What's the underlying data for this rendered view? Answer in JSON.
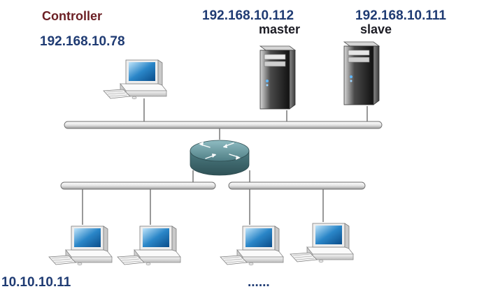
{
  "labels": {
    "controller_title": "Controller",
    "controller_ip": "192.168.10.78",
    "master_ip": "192.168.10.112",
    "master_role": "master",
    "slave_ip": "192.168.10.111",
    "slave_role": "slave",
    "client_ip": "10.10.10.11",
    "more_clients": "......"
  },
  "nodes": {
    "controller": "desktop-computer-icon",
    "master": "tower-server-icon",
    "slave": "tower-server-icon",
    "router": "router-icon",
    "clients": "desktop-computer-icon"
  },
  "colors": {
    "label_blue": "#1f3b73",
    "label_red": "#6b1f24",
    "label_dark": "#1c1c24",
    "router": "#5f8f95",
    "screen": "#2a86c8",
    "server_body": "#2b2b2b"
  }
}
